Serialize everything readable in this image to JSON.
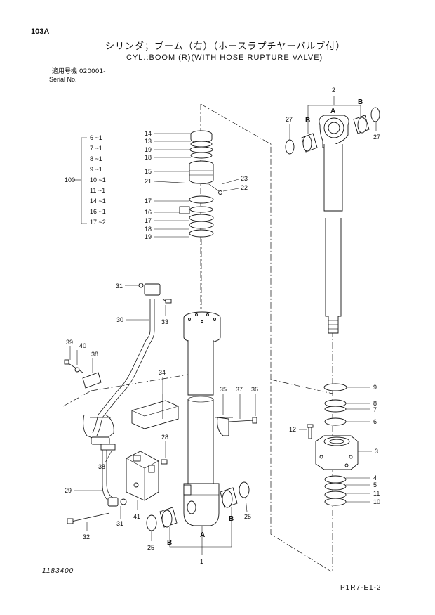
{
  "header": {
    "sheet_code": "103A",
    "title_jp": "シリンダ；ブーム（右）（ホースラプチヤーバルブ付）",
    "title_en": "CYL.:BOOM (R)(WITH HOSE RUPTURE VALVE)",
    "serial_label_jp": "適用号機  020001-",
    "serial_label_en": "Serial No."
  },
  "footer": {
    "drawing_number": "1183400",
    "page_code": "P1R7-E1-2"
  },
  "kit": {
    "number": "100",
    "items": [
      "6 ~1",
      "7 ~1",
      "8 ~1",
      "9 ~1",
      "10 ~1",
      "11 ~1",
      "14 ~1",
      "16 ~1",
      "17 ~2"
    ]
  },
  "callouts": {
    "c1": "1",
    "c2": "2",
    "c3": "3",
    "c4": "4",
    "c5": "5",
    "c6": "6",
    "c7": "7",
    "c8": "8",
    "c9": "9",
    "c10": "10",
    "c11": "11",
    "c12": "12",
    "c13": "13",
    "c14": "14",
    "c15": "15",
    "c16": "16",
    "c17a": "17",
    "c17b": "17",
    "c18a": "18",
    "c18b": "18",
    "c19a": "19",
    "c19b": "19",
    "c21": "21",
    "c22": "22",
    "c23": "23",
    "c25a": "25",
    "c25b": "25",
    "c27a": "27",
    "c27b": "27",
    "c28": "28",
    "c29": "29",
    "c30": "30",
    "c31a": "31",
    "c31b": "31",
    "c32": "32",
    "c33": "33",
    "c34": "34",
    "c35": "35",
    "c36": "36",
    "c37": "37",
    "c38a": "38",
    "c38b": "38",
    "c39": "39",
    "c40": "40",
    "c41": "41",
    "refA_top": "A",
    "refB_top_l": "B",
    "refB_top_r": "B",
    "refA_bot": "A",
    "refB_bot_l": "B",
    "refB_bot_r": "B"
  }
}
